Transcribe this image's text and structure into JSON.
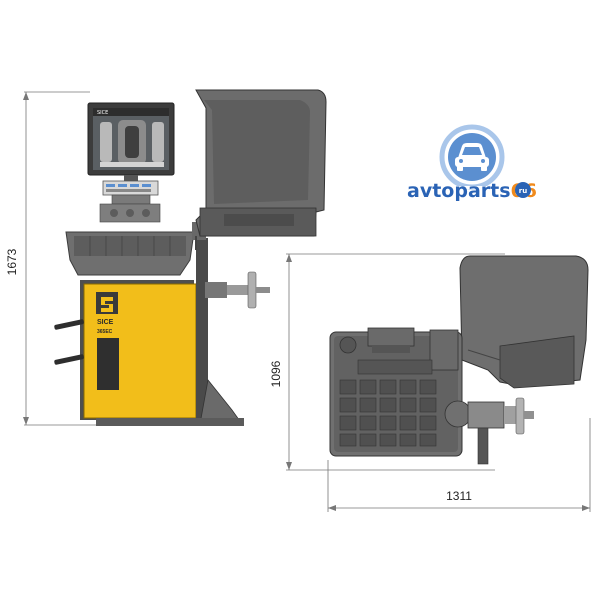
{
  "dimensions": {
    "height": "1673",
    "depth": "1096",
    "width": "1311"
  },
  "logo": {
    "brand_prefix": "avtoparts",
    "brand_number": "66",
    "brand_suffix": "ru",
    "icon": "car-front-icon"
  },
  "machine": {
    "maker": "SICE",
    "model": "365EC"
  },
  "colors": {
    "body_yellow": "#f2be1a",
    "machine_gray": "#6f6f6f",
    "machine_dark": "#4a4a4a",
    "logo_blue": "#5b8fd0",
    "logo_ring": "#a9c6ea",
    "logo_orange": "#f08a1c"
  }
}
